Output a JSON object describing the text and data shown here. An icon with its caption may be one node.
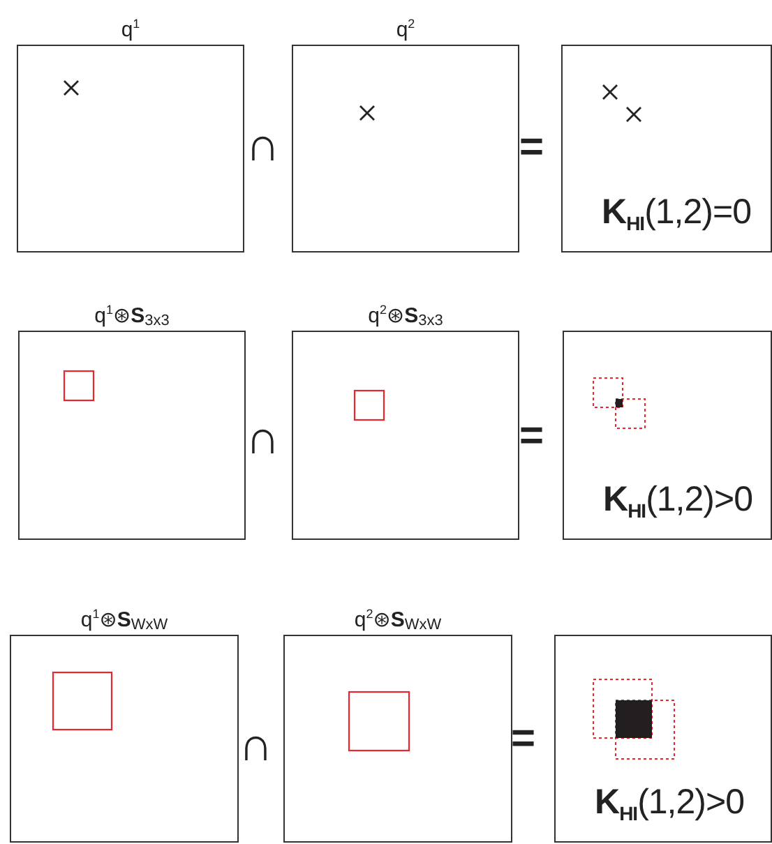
{
  "diagram": {
    "nodes": [
      {
        "text": [
          "q$^{1}$"
        ]
      },
      {
        "text": [
          "q$^{2}$"
        ]
      },
      {
        "text": [
          "**K**$_{HI}$(1,2)=0"
        ]
      },
      {
        "text": [
          "q$^{1}$⊛**S**$_{3x3}$"
        ]
      },
      {
        "text": [
          "q$^{2}$⊛**S**$_{3x3}$"
        ]
      },
      {
        "text": [
          "**K**$_{HI}$(1,2)>0"
        ]
      },
      {
        "text": [
          "q$^{1}$⊛**S**$_{WxW}$"
        ]
      },
      {
        "text": [
          "q$^{2}$⊛**S**$_{WxW}$"
        ]
      },
      {
        "text": [
          "**K**$_{HI}$(1,2)>0"
        ]
      }
    ],
    "labels": [
      "∩",
      "=",
      "∩",
      "=",
      "∩",
      "="
    ]
  }
}
